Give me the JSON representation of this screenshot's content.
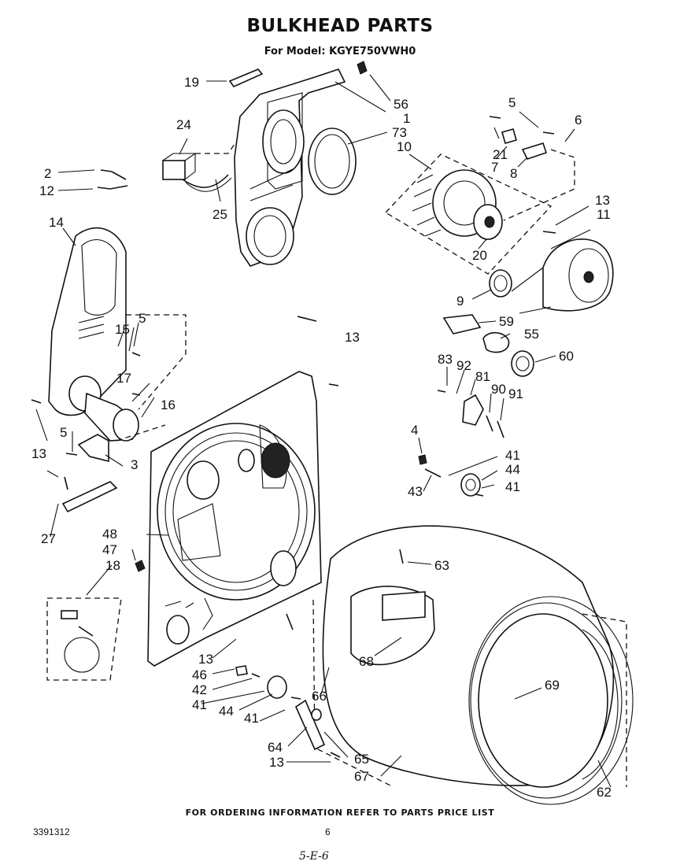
{
  "header": {
    "title": "BULKHEAD PARTS",
    "model": "For Model: KGYE750VWH0"
  },
  "footer": {
    "ordering_note": "FOR ORDERING INFORMATION REFER TO PARTS PRICE LIST",
    "doc_number": "3391312",
    "page_number": "6",
    "handwritten_mark": "5-E-6"
  },
  "callouts": [
    "19",
    "56",
    "1",
    "73",
    "10",
    "24",
    "25",
    "5",
    "6",
    "21",
    "7",
    "8",
    "13",
    "11",
    "20",
    "2",
    "12",
    "14",
    "15",
    "9",
    "59",
    "55",
    "60",
    "13",
    "83",
    "92",
    "81",
    "90",
    "91",
    "17",
    "16",
    "4",
    "41",
    "44",
    "41",
    "43",
    "48",
    "47",
    "18",
    "63",
    "68",
    "69",
    "13",
    "46",
    "42",
    "41",
    "44",
    "41",
    "66",
    "64",
    "65",
    "13",
    "67",
    "62",
    "27",
    "3",
    "5",
    "13",
    "5"
  ]
}
